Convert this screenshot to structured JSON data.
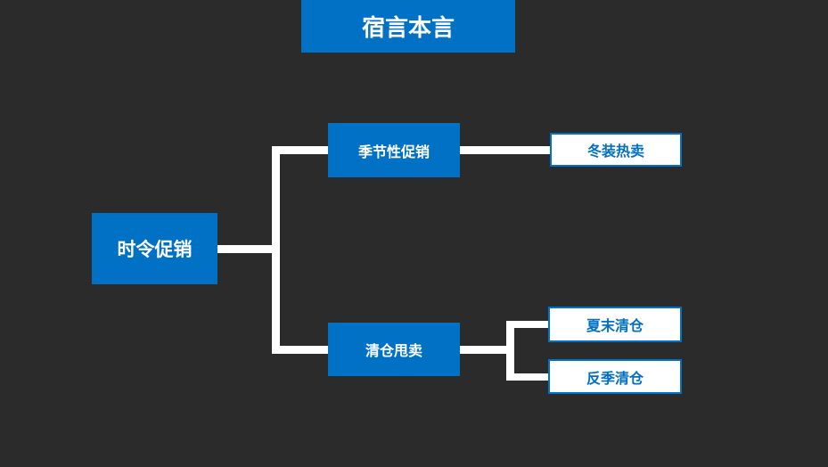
{
  "diagram": {
    "title": "宿言本言",
    "root": "时令促销",
    "branches": [
      {
        "label": "季节性促销",
        "leaves": [
          "冬装热卖"
        ]
      },
      {
        "label": "清仓甩卖",
        "leaves": [
          "夏末清仓",
          "反季清仓"
        ]
      }
    ]
  },
  "colors": {
    "background": "#2b2b2b",
    "accent": "#0071c5",
    "connector": "#ffffff"
  }
}
